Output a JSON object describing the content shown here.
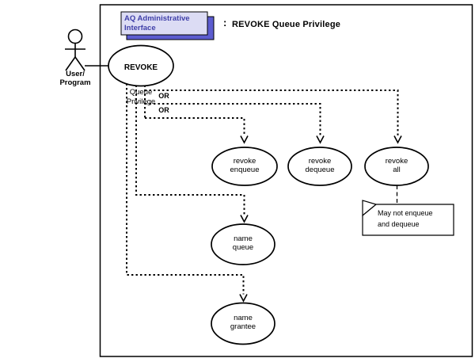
{
  "header": {
    "interface_box": "AQ Administrative\nInterface",
    "separator": ":",
    "title": "REVOKE Queue Privilege"
  },
  "actor": {
    "label": "User/\nProgram"
  },
  "use_cases": {
    "main_title": "REVOKE",
    "main_subtitle": "Queue\nPrivilege",
    "revoke_enqueue": "revoke\nenqueue",
    "revoke_dequeue": "revoke\ndequeue",
    "revoke_all": "revoke\nall",
    "name_queue": "name\nqueue",
    "name_grantee": "name\ngrantee"
  },
  "labels": {
    "or_1": "OR",
    "or_2": "OR"
  },
  "note": {
    "text": "May not enqueue\nand dequeue"
  },
  "colors": {
    "interface_face": "#dcdcf4",
    "interface_shadow": "#5c5ccf",
    "interface_text": "#3f3fa8",
    "diagram_line": "#000000"
  }
}
